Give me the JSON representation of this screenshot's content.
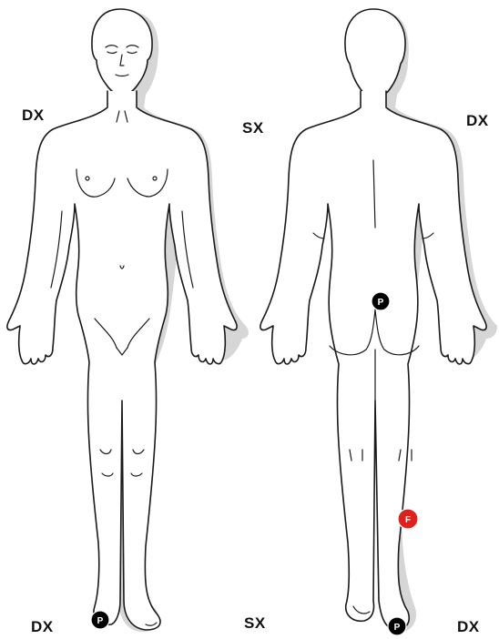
{
  "labels": {
    "front_upper_left": "DX",
    "center_upper": "SX",
    "back_upper_right": "DX",
    "front_bottom_left": "DX",
    "center_bottom": "SX",
    "back_bottom_right": "DX"
  },
  "markers": [
    {
      "id": "front-foot-marker",
      "letter": "P",
      "color": "#000000"
    },
    {
      "id": "back-sacrum-marker",
      "letter": "P",
      "color": "#000000"
    },
    {
      "id": "back-calf-marker",
      "letter": "F",
      "color": "#e0201b"
    },
    {
      "id": "back-heel-marker",
      "letter": "P",
      "color": "#000000"
    }
  ]
}
